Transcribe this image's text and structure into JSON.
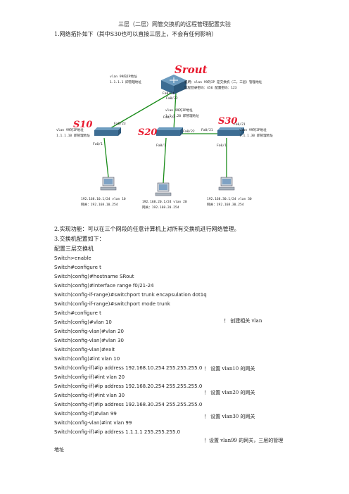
{
  "title": "三层（二层）网管交换机的远程管理配置实验",
  "section1": "1.网络拓扑如下（其中S30也可以直接三层上，不会有任何影响）",
  "diagram": {
    "srout_handwritten": "Srout",
    "s10_handwritten": "S10",
    "s20_handwritten": "S20",
    "s30_handwritten": "S30",
    "srout_note": [
      "vlan 99的IP地址",
      "1.1.1.1 即管理地址"
    ],
    "explain_note": [
      "说明：vlan 99的IP 是交换机（二，三层）管理地址",
      "远程登录密码：456   配置密码：123"
    ],
    "s20_note": [
      "vlan 99的IP地址",
      "1.1.1.20 即管理地址"
    ],
    "s10_note": [
      "vlan 99的IP地址",
      "1.1.1.10 即管理地址"
    ],
    "s30_note": [
      "vlan 99的IP地址",
      "1.1.1.30 即管理地址"
    ],
    "ports": {
      "srout_f024": "Fa0/24",
      "srout_f022": "Fa0/22",
      "s20_f023": "Fa0/23",
      "s10_f023": "Fa0/23",
      "s20_f022": "Fa0/22",
      "s20_f021": "Fa0/21",
      "s10_f01": "Fa0/1",
      "s20_f01": "Fa0/1",
      "s30_f01": "Fa0/1",
      "s30_f021": "Fa0/21"
    },
    "pc1": [
      "192.168.10.1/24 vlan 10",
      "网关：192.168.10.254"
    ],
    "pc2": [
      "192.168.20.1/24 vlan 20",
      "网关：192.168.20.254"
    ],
    "pc3": [
      "192.168.30.1/24 vlan 30",
      "网关：192.168.30.254"
    ]
  },
  "section2": "2.实现功能：可以在三个网段的任意计算机上对所有交换机进行网络管理。",
  "section3": "3.交换机配置如下：",
  "config_heading": "配置三层交换机",
  "commands": [
    "Switch>enable",
    "Switch#configure t",
    "Switch(config)#hostname SRout",
    "Switch(config)#interface range f0/21-24",
    "Switch(config-if-range)#switchport trunk encapsulation dot1q",
    "Switch(config-if-range)#switchport mode trunk",
    "Switch#configure t",
    "Switch(config)#vlan 10",
    "Switch(config-vlan)#vlan 20",
    "Switch(config-vlan)#vlan 30",
    "Switch(config-vlan)#exit",
    "Switch(config)#int vlan 10",
    "Switch(config-if)#ip address 192.168.10.254 255.255.255.0",
    "Switch(config-if)#int vlan 20",
    "Switch(config-if)#ip address 192.168.20.254 255.255.255.0",
    "Switch(config-if)#int vlan 30",
    "Switch(config-if)#ip address 192.168.30.254 255.255.255.0",
    "Switch(config-if)#vlan 99",
    "Switch(config-vlan)#int vlan 99",
    "Switch(config-if)#ip address 1.1.1.1 255.255.255.0"
  ],
  "comments": {
    "vlan": "！ 创建相关 vlan",
    "gw10": "！ 设置 vlan10 的网关",
    "gw20": "！ 设置 vlan20 的网关",
    "gw30": "！ 设置 vlan30 的网关",
    "gw99": "！设置 vlan99 的网关，三层的管理",
    "gw99_cont": "地址"
  },
  "colors": {
    "handwriting": "#e8182d",
    "link": "#1a8c1a",
    "switch": "#3d6d93",
    "text": "#222222"
  }
}
